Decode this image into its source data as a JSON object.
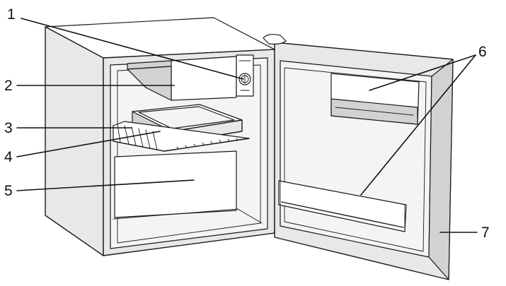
{
  "callouts": [
    {
      "id": "1",
      "label": "1"
    },
    {
      "id": "2",
      "label": "2"
    },
    {
      "id": "3",
      "label": "3"
    },
    {
      "id": "4",
      "label": "4"
    },
    {
      "id": "5",
      "label": "5"
    },
    {
      "id": "6",
      "label": "6"
    },
    {
      "id": "7",
      "label": "7"
    }
  ],
  "colors": {
    "line": "#1a1a1a",
    "body": "#e8e8e8",
    "interior": "#f4f4f4"
  }
}
